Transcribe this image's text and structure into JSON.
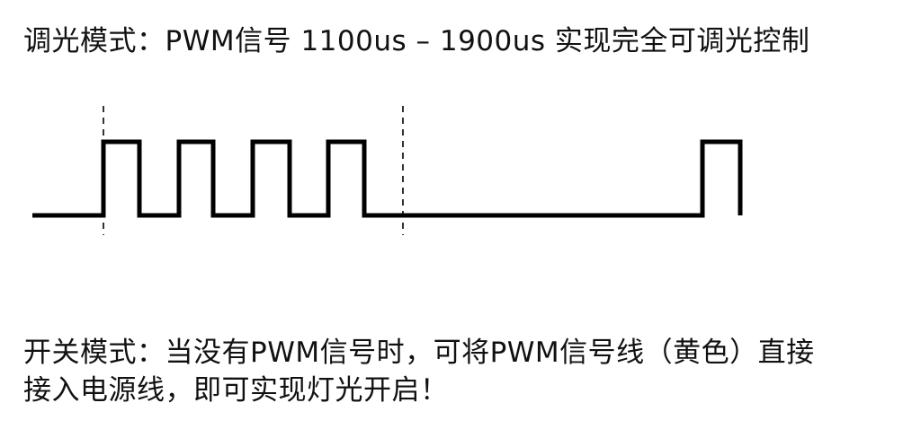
{
  "title": "调光模式：PWM信号 1100us – 1900us 实现完全可调光控制",
  "note": {
    "line1": "开关模式：当没有PWM信号时，可将PWM信号线（黄色）直接",
    "line2": "接入电源线，即可实现灯光开启！"
  },
  "colors": {
    "signal": "#000000",
    "marker": "#333333",
    "text": "#111111"
  }
}
